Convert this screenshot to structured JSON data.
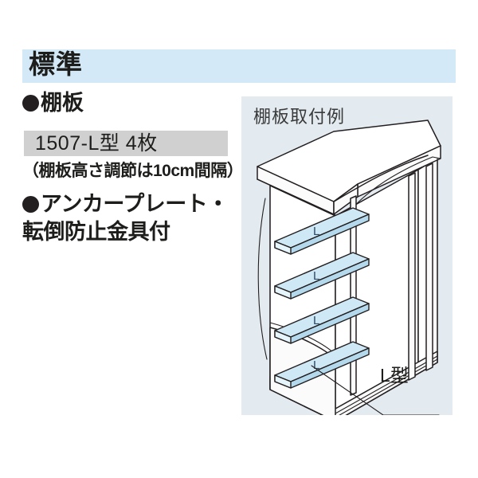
{
  "header": {
    "title": "標準",
    "band_color": "#d4e9f7"
  },
  "spec": {
    "shelf_heading": "棚板",
    "shelf_model": "1507-L型 4枚",
    "shelf_model_band_color": "#d0d0d0",
    "shelf_note": "（棚板高さ調節は10cm間隔）",
    "anchor_line1": "アンカープレート・",
    "anchor_line2": "転倒防止金具付",
    "bullet_glyph": "●"
  },
  "diagram": {
    "panel_title": "棚板取付例",
    "panel_bg_color": "#e3eaf0",
    "leader_label": "L型",
    "shelf_fill_color": "#cfe8f5",
    "shelf_labels": [
      "L",
      "L",
      "L",
      "L"
    ],
    "shelf_count": 4
  }
}
